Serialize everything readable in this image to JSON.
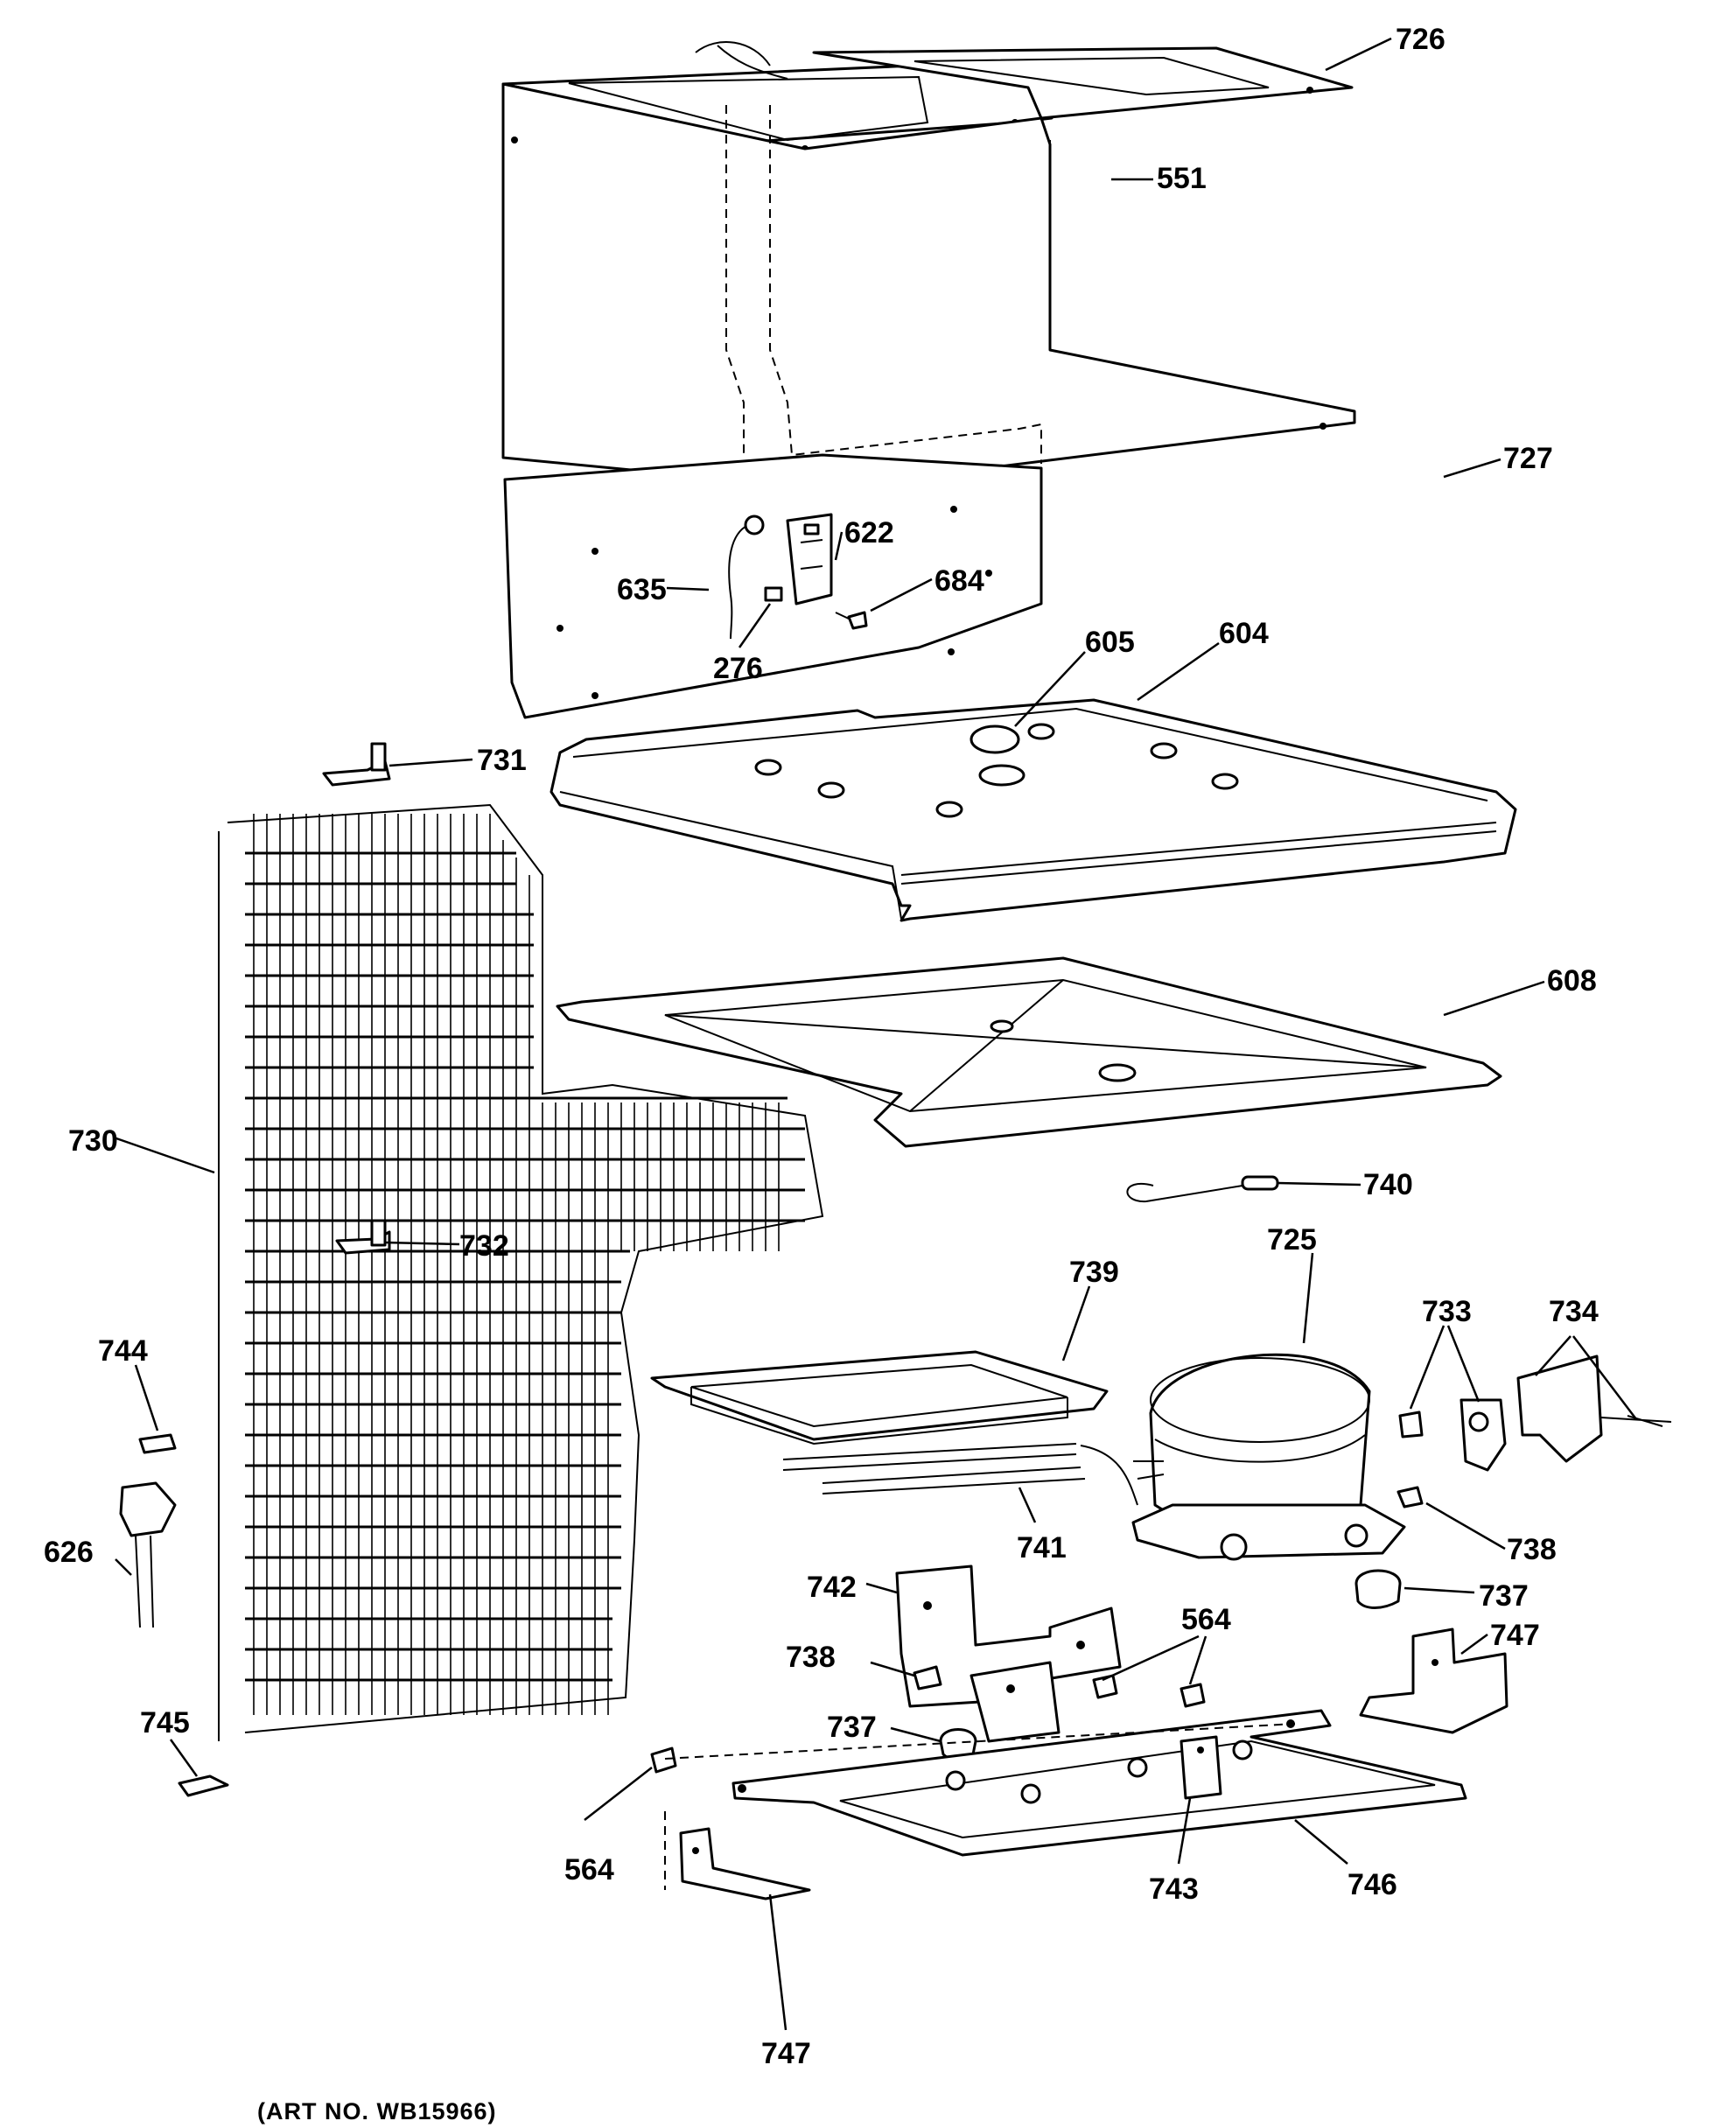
{
  "diagram": {
    "art_number": "(ART NO. WB15966)",
    "callouts": {
      "c726": "726",
      "c551": "551",
      "c727": "727",
      "c622": "622",
      "c684": "684",
      "c635": "635",
      "c276": "276",
      "c605": "605",
      "c604": "604",
      "c731": "731",
      "c608": "608",
      "c730": "730",
      "c732": "732",
      "c740": "740",
      "c725": "725",
      "c739": "739",
      "c733": "733",
      "c734": "734",
      "c744": "744",
      "c741": "741",
      "c738a": "738",
      "c626": "626",
      "c737a": "737",
      "c742": "742",
      "c564a": "564",
      "c747a": "747",
      "c738b": "738",
      "c745": "745",
      "c737b": "737",
      "c564b": "564",
      "c743": "743",
      "c746": "746",
      "c747b": "747"
    }
  }
}
